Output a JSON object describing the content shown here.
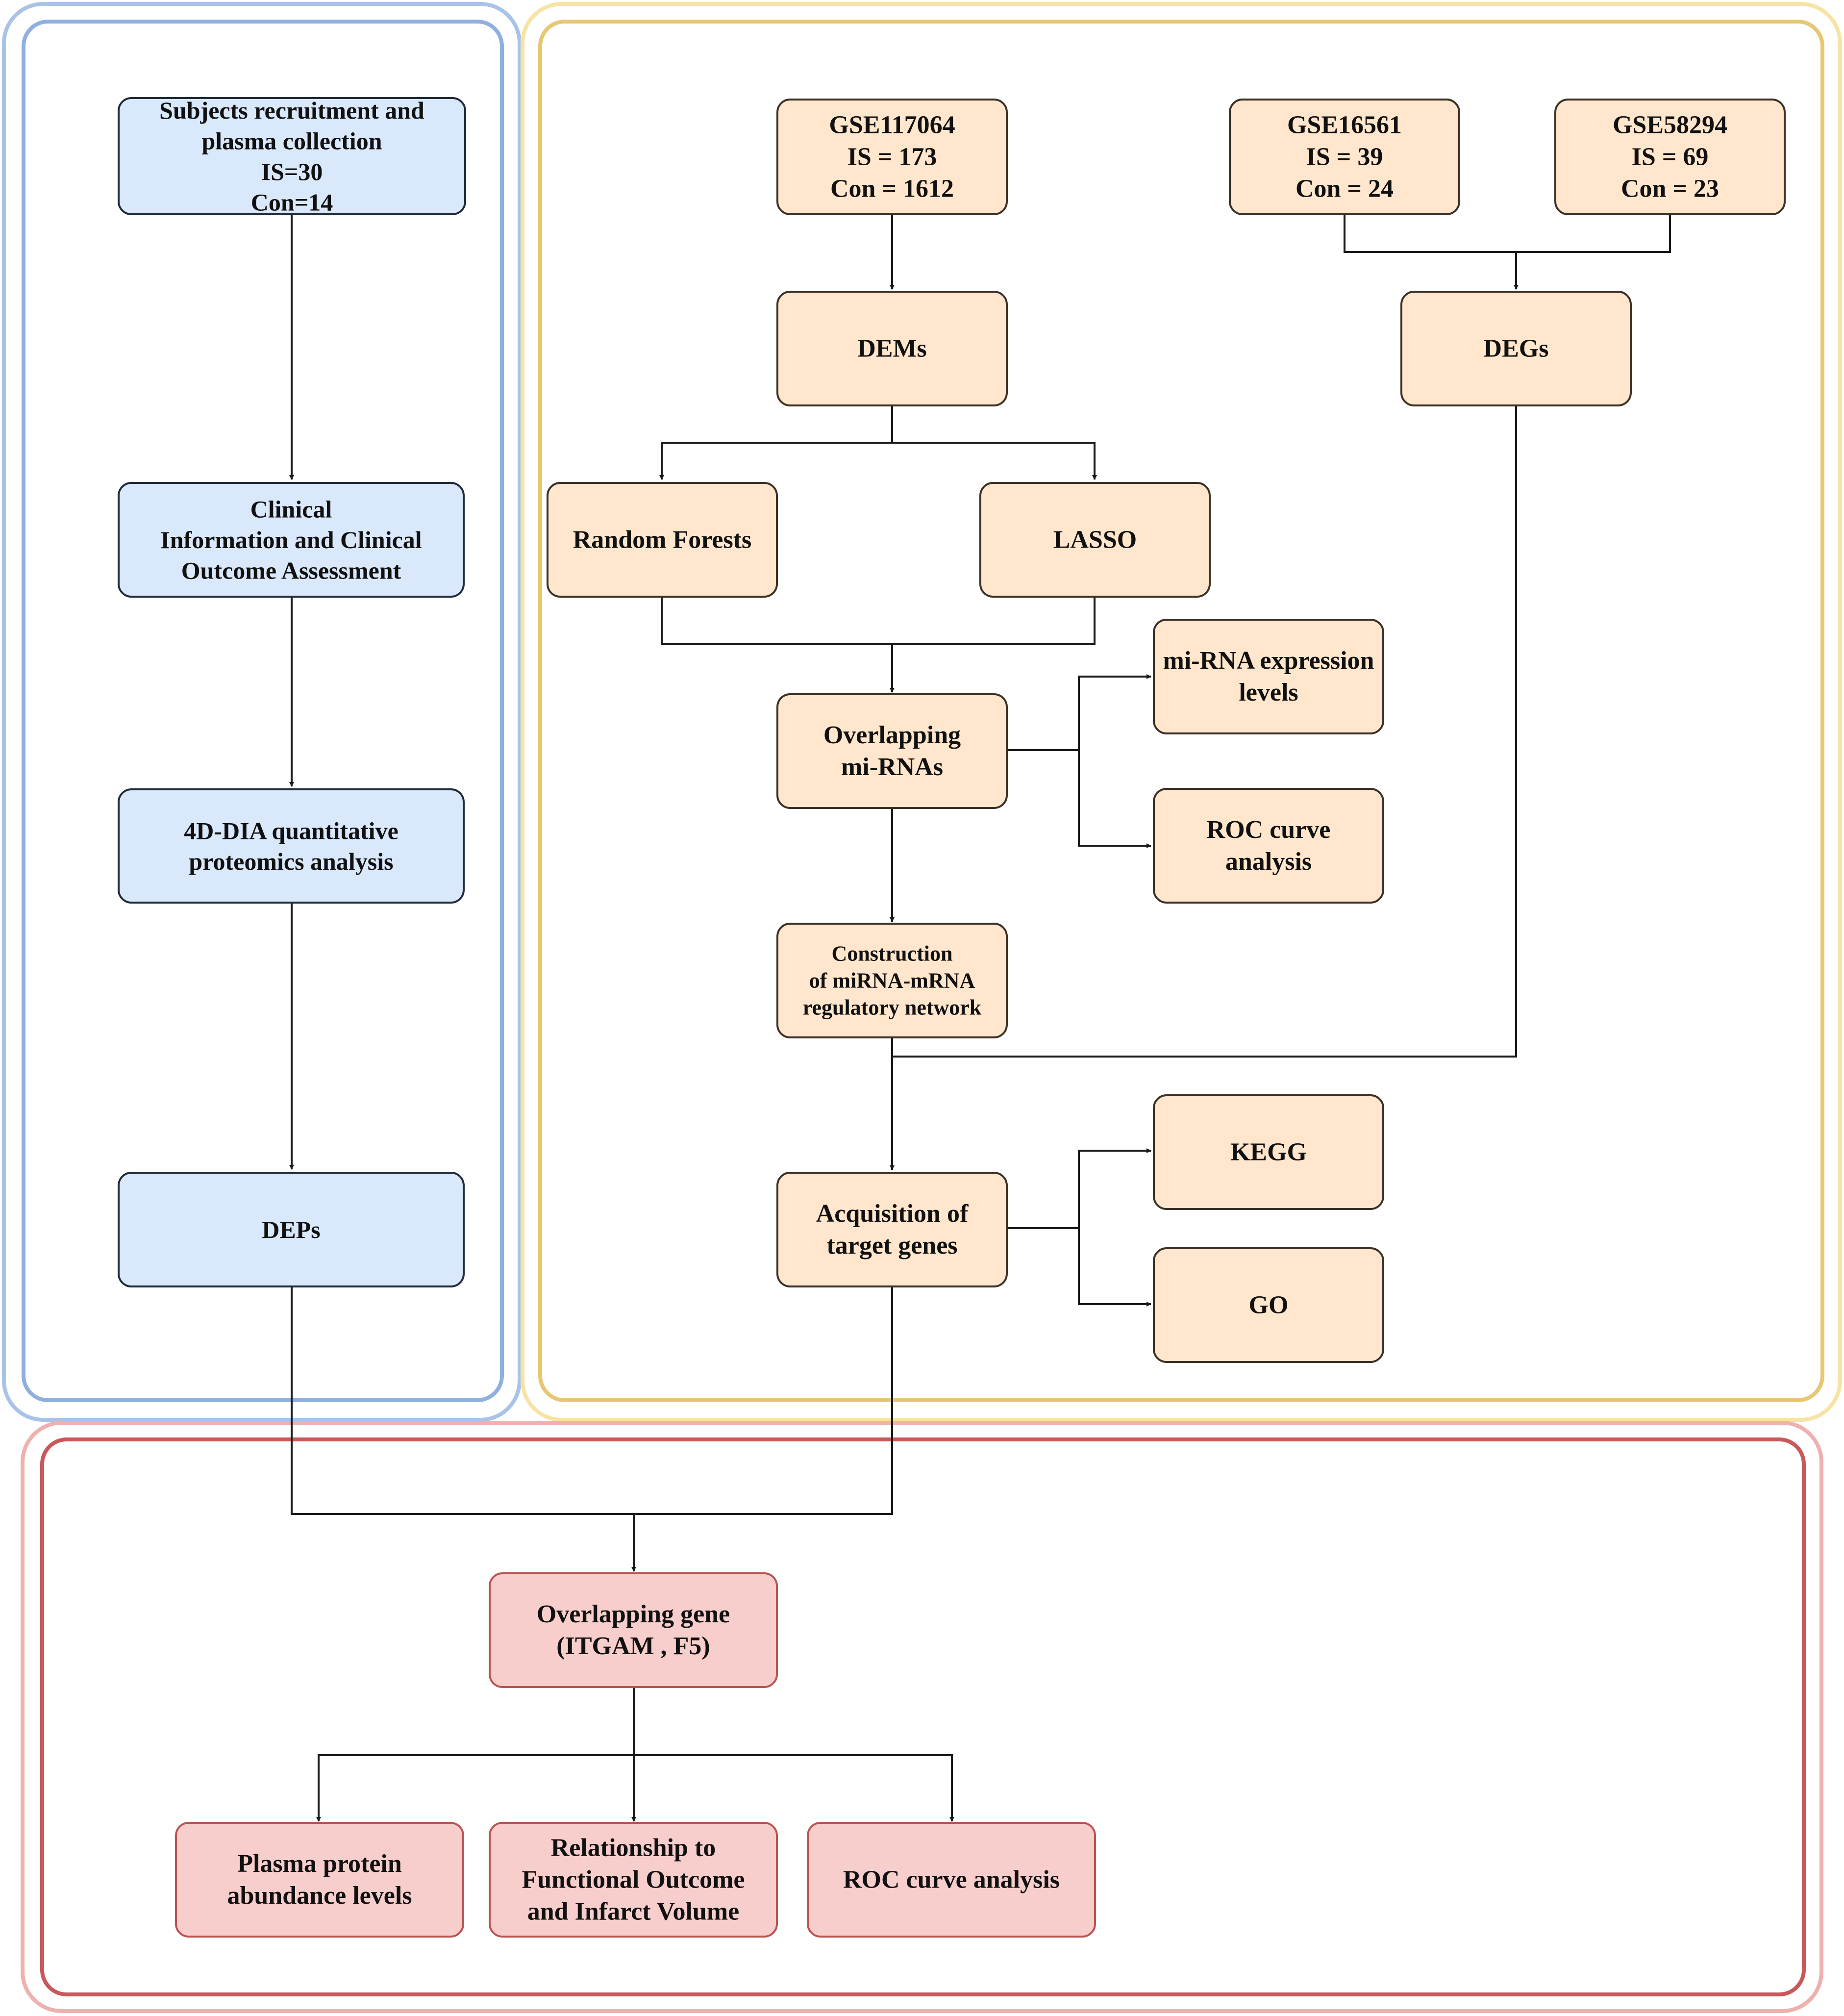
{
  "nodes": {
    "subjects": {
      "lines": [
        "Subjects recruitment and",
        "plasma collection",
        "IS=30",
        "Con=14"
      ]
    },
    "clinical": {
      "lines": [
        "Clinical",
        "Information and Clinical",
        "Outcome Assessment"
      ]
    },
    "dia": {
      "lines": [
        "4D-DIA quantitative",
        "proteomics analysis"
      ]
    },
    "deps": {
      "lines": [
        "DEPs"
      ]
    },
    "gse117064": {
      "lines": [
        "GSE117064",
        "IS = 173",
        "Con = 1612"
      ]
    },
    "gse16561": {
      "lines": [
        "GSE16561",
        "IS = 39",
        "Con = 24"
      ]
    },
    "gse58294": {
      "lines": [
        "GSE58294",
        "IS = 69",
        "Con = 23"
      ]
    },
    "dems": {
      "lines": [
        "DEMs"
      ]
    },
    "degs": {
      "lines": [
        "DEGs"
      ]
    },
    "rf": {
      "lines": [
        "Random Forests"
      ]
    },
    "lasso": {
      "lines": [
        "LASSO"
      ]
    },
    "overlap_mi": {
      "lines": [
        "Overlapping",
        "mi-RNAs"
      ]
    },
    "mi_expr": {
      "lines": [
        "mi-RNA expression",
        "levels"
      ]
    },
    "roc1": {
      "lines": [
        "ROC curve",
        "analysis"
      ]
    },
    "construct": {
      "lines": [
        "Construction",
        "of miRNA-mRNA",
        "regulatory network"
      ]
    },
    "acq": {
      "lines": [
        "Acquisition of",
        "target genes"
      ]
    },
    "kegg": {
      "lines": [
        "KEGG"
      ]
    },
    "go": {
      "lines": [
        "GO"
      ]
    },
    "overlap_gene": {
      "lines": [
        "Overlapping gene",
        "(ITGAM , F5)"
      ]
    },
    "plasma": {
      "lines": [
        "Plasma protein",
        "abundance levels"
      ]
    },
    "relation": {
      "lines": [
        "Relationship to",
        "Functional Outcome",
        "and Infarct Volume"
      ]
    },
    "roc2": {
      "lines": [
        "ROC curve analysis"
      ]
    }
  }
}
